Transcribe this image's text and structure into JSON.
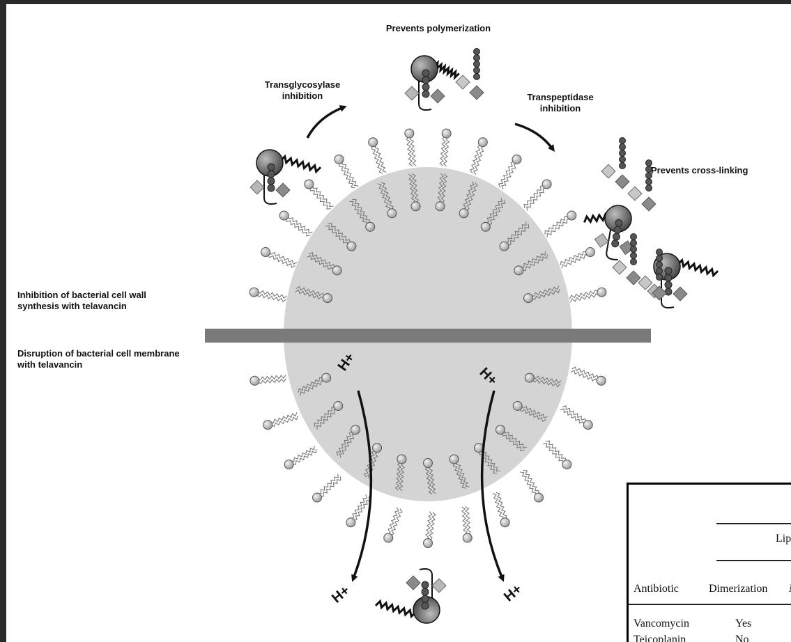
{
  "labels": {
    "prevents_polymerization": "Prevents polymerization",
    "transglycosylase_inhibition_line1": "Transglycosylase",
    "transglycosylase_inhibition_line2": "inhibition",
    "transpeptidase_inhibition_line1": "Transpeptidase",
    "transpeptidase_inhibition_line2": "inhibition",
    "prevents_cross_linking": "Prevents cross-linking",
    "cell_wall_line1": "Inhibition of bacterial cell wall",
    "cell_wall_line2": "synthesis with telavancin",
    "membrane_line1": "Disruption of bacterial cell membrane",
    "membrane_line2": "with telavancin",
    "proton": "H+"
  },
  "table": {
    "group_header": "Lipid",
    "columns": [
      "Antibiotic",
      "Dimerization",
      "M"
    ],
    "rows": [
      {
        "antibiotic": "Vancomycin",
        "dimerization": "Yes"
      },
      {
        "antibiotic": "Teicoplanin",
        "dimerization": "No"
      }
    ]
  },
  "colors": {
    "cell_fill": "#d4d4d4",
    "divider_bar": "#7a7a7a",
    "lipid_head": "#c4c4c4",
    "ink": "#111111"
  }
}
